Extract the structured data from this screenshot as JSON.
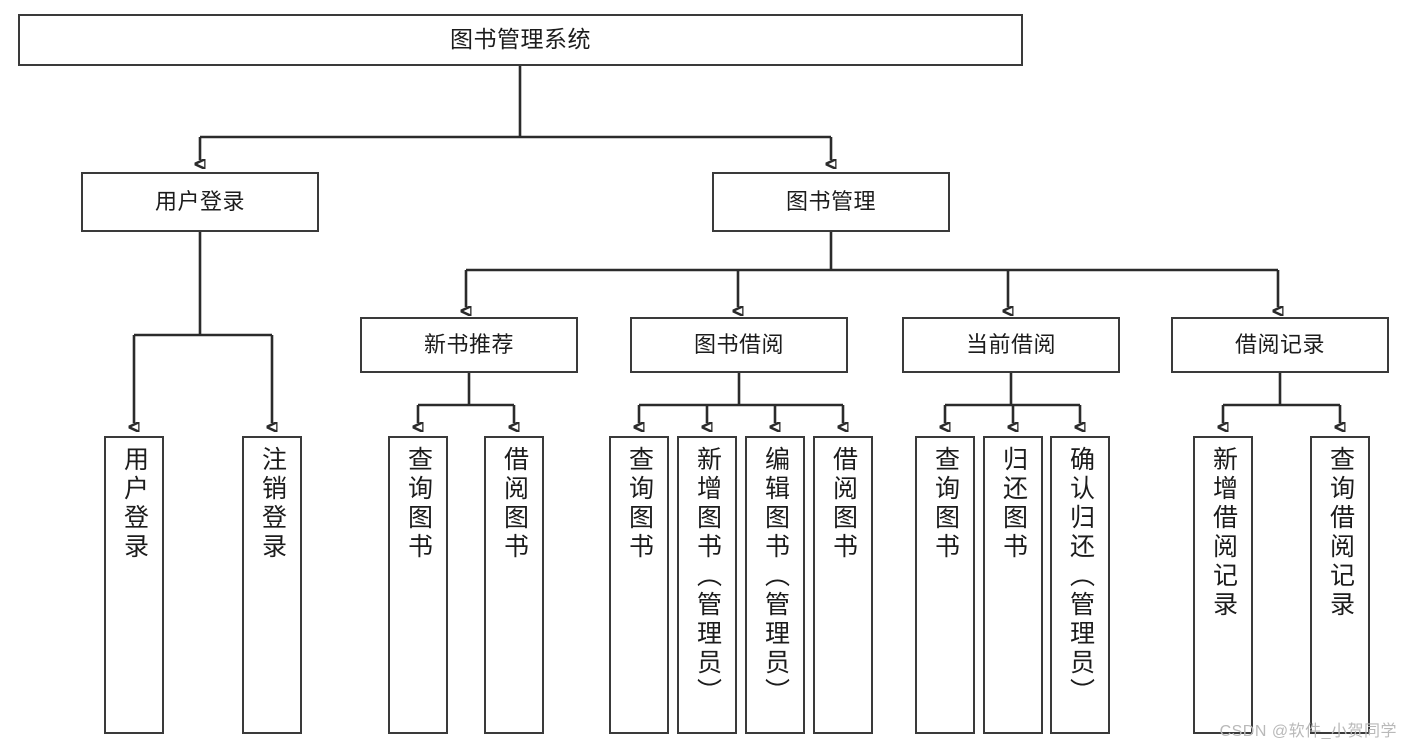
{
  "diagram": {
    "title": "图书管理系统",
    "type": "functional-structure-tree",
    "watermark": "CSDN @软件_小贺同学",
    "colors": {
      "box_border": "#3a3a3a",
      "connector": "#2b2b2b",
      "background": "#ffffff",
      "text": "#1c1c1c",
      "watermark": "#b9b9b9"
    },
    "levels": {
      "root": "图书管理系统",
      "level2": [
        "用户登录",
        "图书管理"
      ],
      "level3": [
        "新书推荐",
        "图书借阅",
        "当前借阅",
        "借阅记录"
      ]
    },
    "nodes": {
      "root": {
        "label": "图书管理系统"
      },
      "user_login": {
        "label": "用户登录"
      },
      "book_manage": {
        "label": "图书管理"
      },
      "new_book_rec": {
        "label": "新书推荐"
      },
      "book_borrow": {
        "label": "图书借阅"
      },
      "current_borrow": {
        "label": "当前借阅"
      },
      "borrow_record": {
        "label": "借阅记录"
      }
    },
    "leaves": {
      "user_login": [
        {
          "label": "用户登录"
        },
        {
          "label": "注销登录"
        }
      ],
      "new_book_rec": [
        {
          "label": "查询图书"
        },
        {
          "label": "借阅图书"
        }
      ],
      "book_borrow": [
        {
          "label": "查询图书"
        },
        {
          "label": "新增图书（管理员）"
        },
        {
          "label": "编辑图书（管理员）"
        },
        {
          "label": "借阅图书"
        }
      ],
      "current_borrow": [
        {
          "label": "查询图书"
        },
        {
          "label": "归还图书"
        },
        {
          "label": "确认归还（管理员）"
        }
      ],
      "borrow_record": [
        {
          "label": "新增借阅记录"
        },
        {
          "label": "查询借阅记录"
        }
      ]
    }
  }
}
